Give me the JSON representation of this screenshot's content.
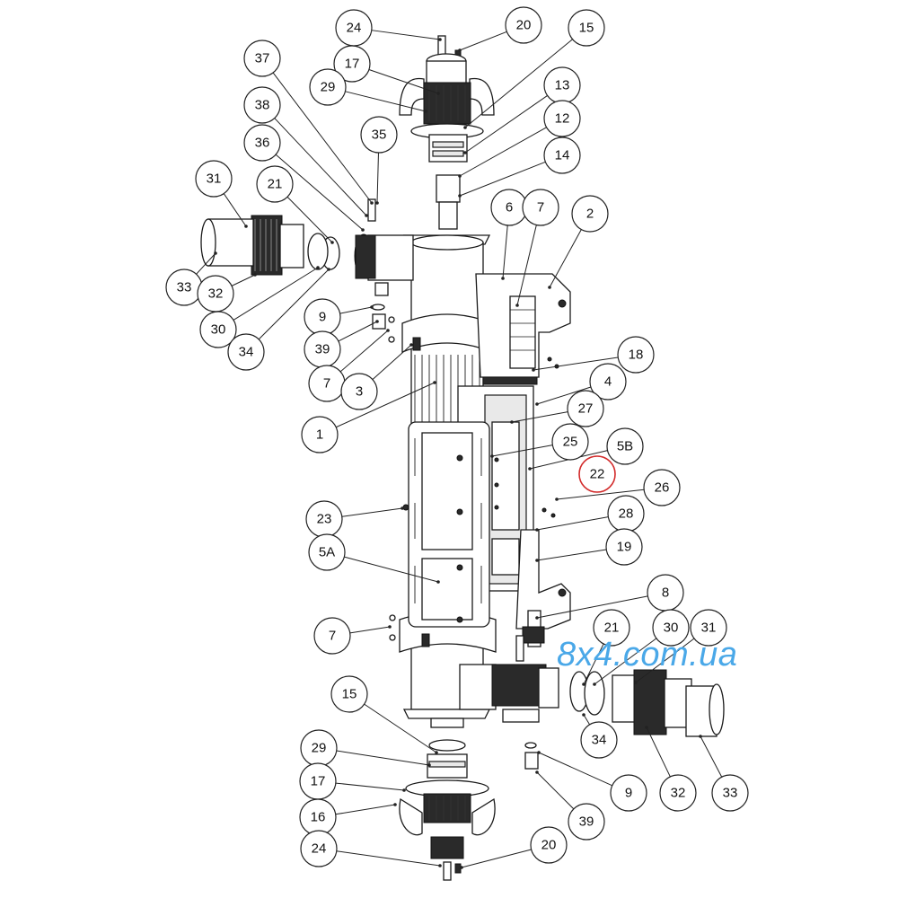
{
  "watermark": {
    "text": "8x4.com.ua",
    "color": "#4aa8e8"
  },
  "highlight_color": "#d22a2a",
  "callouts": [
    {
      "label": "24"
    },
    {
      "label": "20"
    },
    {
      "label": "15"
    },
    {
      "label": "17"
    },
    {
      "label": "29"
    },
    {
      "label": "13"
    },
    {
      "label": "12"
    },
    {
      "label": "14"
    },
    {
      "label": "37"
    },
    {
      "label": "38"
    },
    {
      "label": "36"
    },
    {
      "label": "35"
    },
    {
      "label": "31"
    },
    {
      "label": "21"
    },
    {
      "label": "33"
    },
    {
      "label": "32"
    },
    {
      "label": "30"
    },
    {
      "label": "34"
    },
    {
      "label": "9"
    },
    {
      "label": "39"
    },
    {
      "label": "7"
    },
    {
      "label": "3"
    },
    {
      "label": "1"
    },
    {
      "label": "6"
    },
    {
      "label": "7"
    },
    {
      "label": "2"
    },
    {
      "label": "18"
    },
    {
      "label": "4"
    },
    {
      "label": "27"
    },
    {
      "label": "25"
    },
    {
      "label": "5B"
    },
    {
      "label": "22",
      "highlight": true
    },
    {
      "label": "26"
    },
    {
      "label": "23"
    },
    {
      "label": "28"
    },
    {
      "label": "5A"
    },
    {
      "label": "19"
    },
    {
      "label": "8"
    },
    {
      "label": "7"
    },
    {
      "label": "21"
    },
    {
      "label": "30"
    },
    {
      "label": "31"
    },
    {
      "label": "15"
    },
    {
      "label": "34"
    },
    {
      "label": "29"
    },
    {
      "label": "9"
    },
    {
      "label": "32"
    },
    {
      "label": "33"
    },
    {
      "label": "17"
    },
    {
      "label": "16"
    },
    {
      "label": "39"
    },
    {
      "label": "24"
    },
    {
      "label": "20"
    }
  ]
}
